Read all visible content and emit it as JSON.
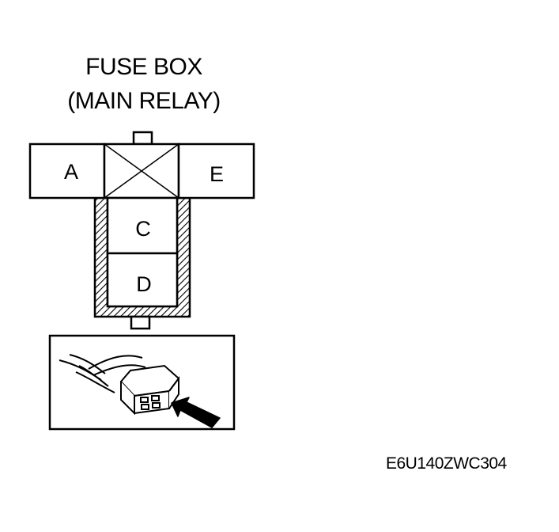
{
  "title": {
    "line1": "FUSE BOX",
    "line2": "(MAIN RELAY)"
  },
  "terminals": {
    "a": "A",
    "c": "C",
    "d": "D",
    "e": "E"
  },
  "figure_code": "E6U140ZWC304",
  "icons": [
    "connector-icon",
    "arrow-icon"
  ]
}
